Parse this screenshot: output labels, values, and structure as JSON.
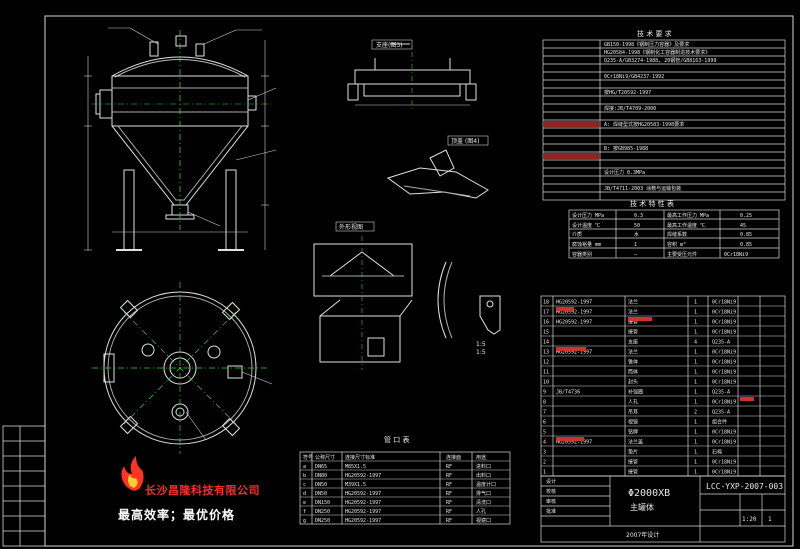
{
  "drawing": {
    "title_block_name": "Φ2000XB",
    "title_block_subtitle": "主罐体",
    "drawing_number": "LCC-YXP-2007-003",
    "scale": "1:20",
    "sheet": "1",
    "footer_tag": "2007年设计"
  },
  "company": {
    "name": "长沙昌隆科技有限公司",
    "slogan": "最高效率；最优价格",
    "brand_color": "#ff2a2a",
    "slogan_color": "#ffffff"
  },
  "views": {
    "detail_a_label": "支座(图3)",
    "detail_b_label": "顶盖 (图4)",
    "detail_c_label": "外形视图",
    "ratio_label": "1:5",
    "small_ref": "1:5"
  },
  "tech_requirements": {
    "title": "技 术 要 求",
    "rows": [
      "GB150-1998《钢制压力容器》及要求",
      "HG20584-1998《钢制化工容器制造技术要求》",
      "Q235-A/GB3274-1988, 20钢管/GB8163-1999",
      "0Cr18Ni9/GB4237-1992",
      "按HG/T20592-1997",
      "焊接:JB/T4709-2000",
      "A: 焊缝型式按HG20583-1998要求",
      "B: 按GB985-1988",
      "设计压力 0.3MPa",
      "JB/T4711-2003 涂敷与运输包装"
    ]
  },
  "tech_data": {
    "title": "技 术 特 性 表",
    "rows": [
      {
        "k": "设计压力 MPa",
        "v": "0.3",
        "k2": "最高工作压力 MPa",
        "v2": "0.25"
      },
      {
        "k": "设计温度 ℃",
        "v": "50",
        "k2": "最高工作温度 ℃",
        "v2": "45"
      },
      {
        "k": "介质",
        "v": "水",
        "k2": "焊缝系数",
        "v2": "0.85"
      },
      {
        "k": "腐蚀裕量 mm",
        "v": "1",
        "k2": "容积 m³",
        "v2": "0.85"
      },
      {
        "k": "容器类别",
        "v": "—",
        "k2": "主要受压元件",
        "v2": "0Cr18Ni9"
      }
    ]
  },
  "parts_list": {
    "rows": [
      {
        "no": "18",
        "code": "HG20592-1997",
        "name": "法兰",
        "qty": "1",
        "mat": "0Cr18Ni9"
      },
      {
        "no": "17",
        "code": "HG20592-1997",
        "name": "法兰",
        "qty": "1",
        "mat": "0Cr18Ni9"
      },
      {
        "no": "16",
        "code": "HG20592-1997",
        "name": "接管",
        "qty": "1",
        "mat": "0Cr18Ni9"
      },
      {
        "no": "15",
        "code": "",
        "name": "接管",
        "qty": "1",
        "mat": "0Cr18Ni9"
      },
      {
        "no": "14",
        "code": "",
        "name": "支座",
        "qty": "4",
        "mat": "Q235-A"
      },
      {
        "no": "13",
        "code": "HG20592-1997",
        "name": "法兰",
        "qty": "1",
        "mat": "0Cr18Ni9"
      },
      {
        "no": "12",
        "code": "",
        "name": "锥体",
        "qty": "1",
        "mat": "0Cr18Ni9"
      },
      {
        "no": "11",
        "code": "",
        "name": "筒体",
        "qty": "1",
        "mat": "0Cr18Ni9"
      },
      {
        "no": "10",
        "code": "",
        "name": "封头",
        "qty": "1",
        "mat": "0Cr18Ni9"
      },
      {
        "no": "9",
        "code": "JB/T4736",
        "name": "补强圈",
        "qty": "1",
        "mat": "Q235-A"
      },
      {
        "no": "8",
        "code": "",
        "name": "人孔",
        "qty": "1",
        "mat": "0Cr18Ni9"
      },
      {
        "no": "7",
        "code": "",
        "name": "吊耳",
        "qty": "2",
        "mat": "Q235-A"
      },
      {
        "no": "6",
        "code": "",
        "name": "视镜",
        "qty": "1",
        "mat": "组合件"
      },
      {
        "no": "5",
        "code": "",
        "name": "铭牌",
        "qty": "1",
        "mat": "0Cr18Ni9"
      },
      {
        "no": "4",
        "code": "HG20592-1997",
        "name": "法兰盖",
        "qty": "1",
        "mat": "0Cr18Ni9"
      },
      {
        "no": "3",
        "code": "",
        "name": "垫片",
        "qty": "1",
        "mat": "石棉"
      },
      {
        "no": "2",
        "code": "",
        "name": "接管",
        "qty": "1",
        "mat": "0Cr18Ni9"
      },
      {
        "no": "1",
        "code": "",
        "name": "接管",
        "qty": "1",
        "mat": "0Cr18Ni9"
      }
    ]
  },
  "nozzle_table": {
    "title": "管 口 表",
    "header": [
      "符号",
      "公称尺寸",
      "连接尺寸标准",
      "连接面",
      "用途"
    ],
    "rows": [
      {
        "s": "a",
        "d": "DN65",
        "std": "M85X1.5",
        "f": "RF",
        "u": "进料口"
      },
      {
        "s": "b",
        "d": "DN80",
        "std": "HG20592-1997",
        "f": "RF",
        "u": "出料口"
      },
      {
        "s": "c",
        "d": "DN50",
        "std": "M39X1.5",
        "f": "RF",
        "u": "温度计口"
      },
      {
        "s": "d",
        "d": "DN50",
        "std": "HG20592-1997",
        "f": "RF",
        "u": "排气口"
      },
      {
        "s": "e",
        "d": "DN150",
        "std": "HG20592-1997",
        "f": "RF",
        "u": "清洗口"
      },
      {
        "s": "f",
        "d": "DN250",
        "std": "HG20592-1997",
        "f": "RF",
        "u": "人孔"
      },
      {
        "s": "g",
        "d": "DN250",
        "std": "HG20592-1997",
        "f": "RF",
        "u": "视镜口"
      }
    ]
  },
  "revision_block": {
    "rows": [
      "设计",
      "校核",
      "审核",
      "批准"
    ]
  }
}
